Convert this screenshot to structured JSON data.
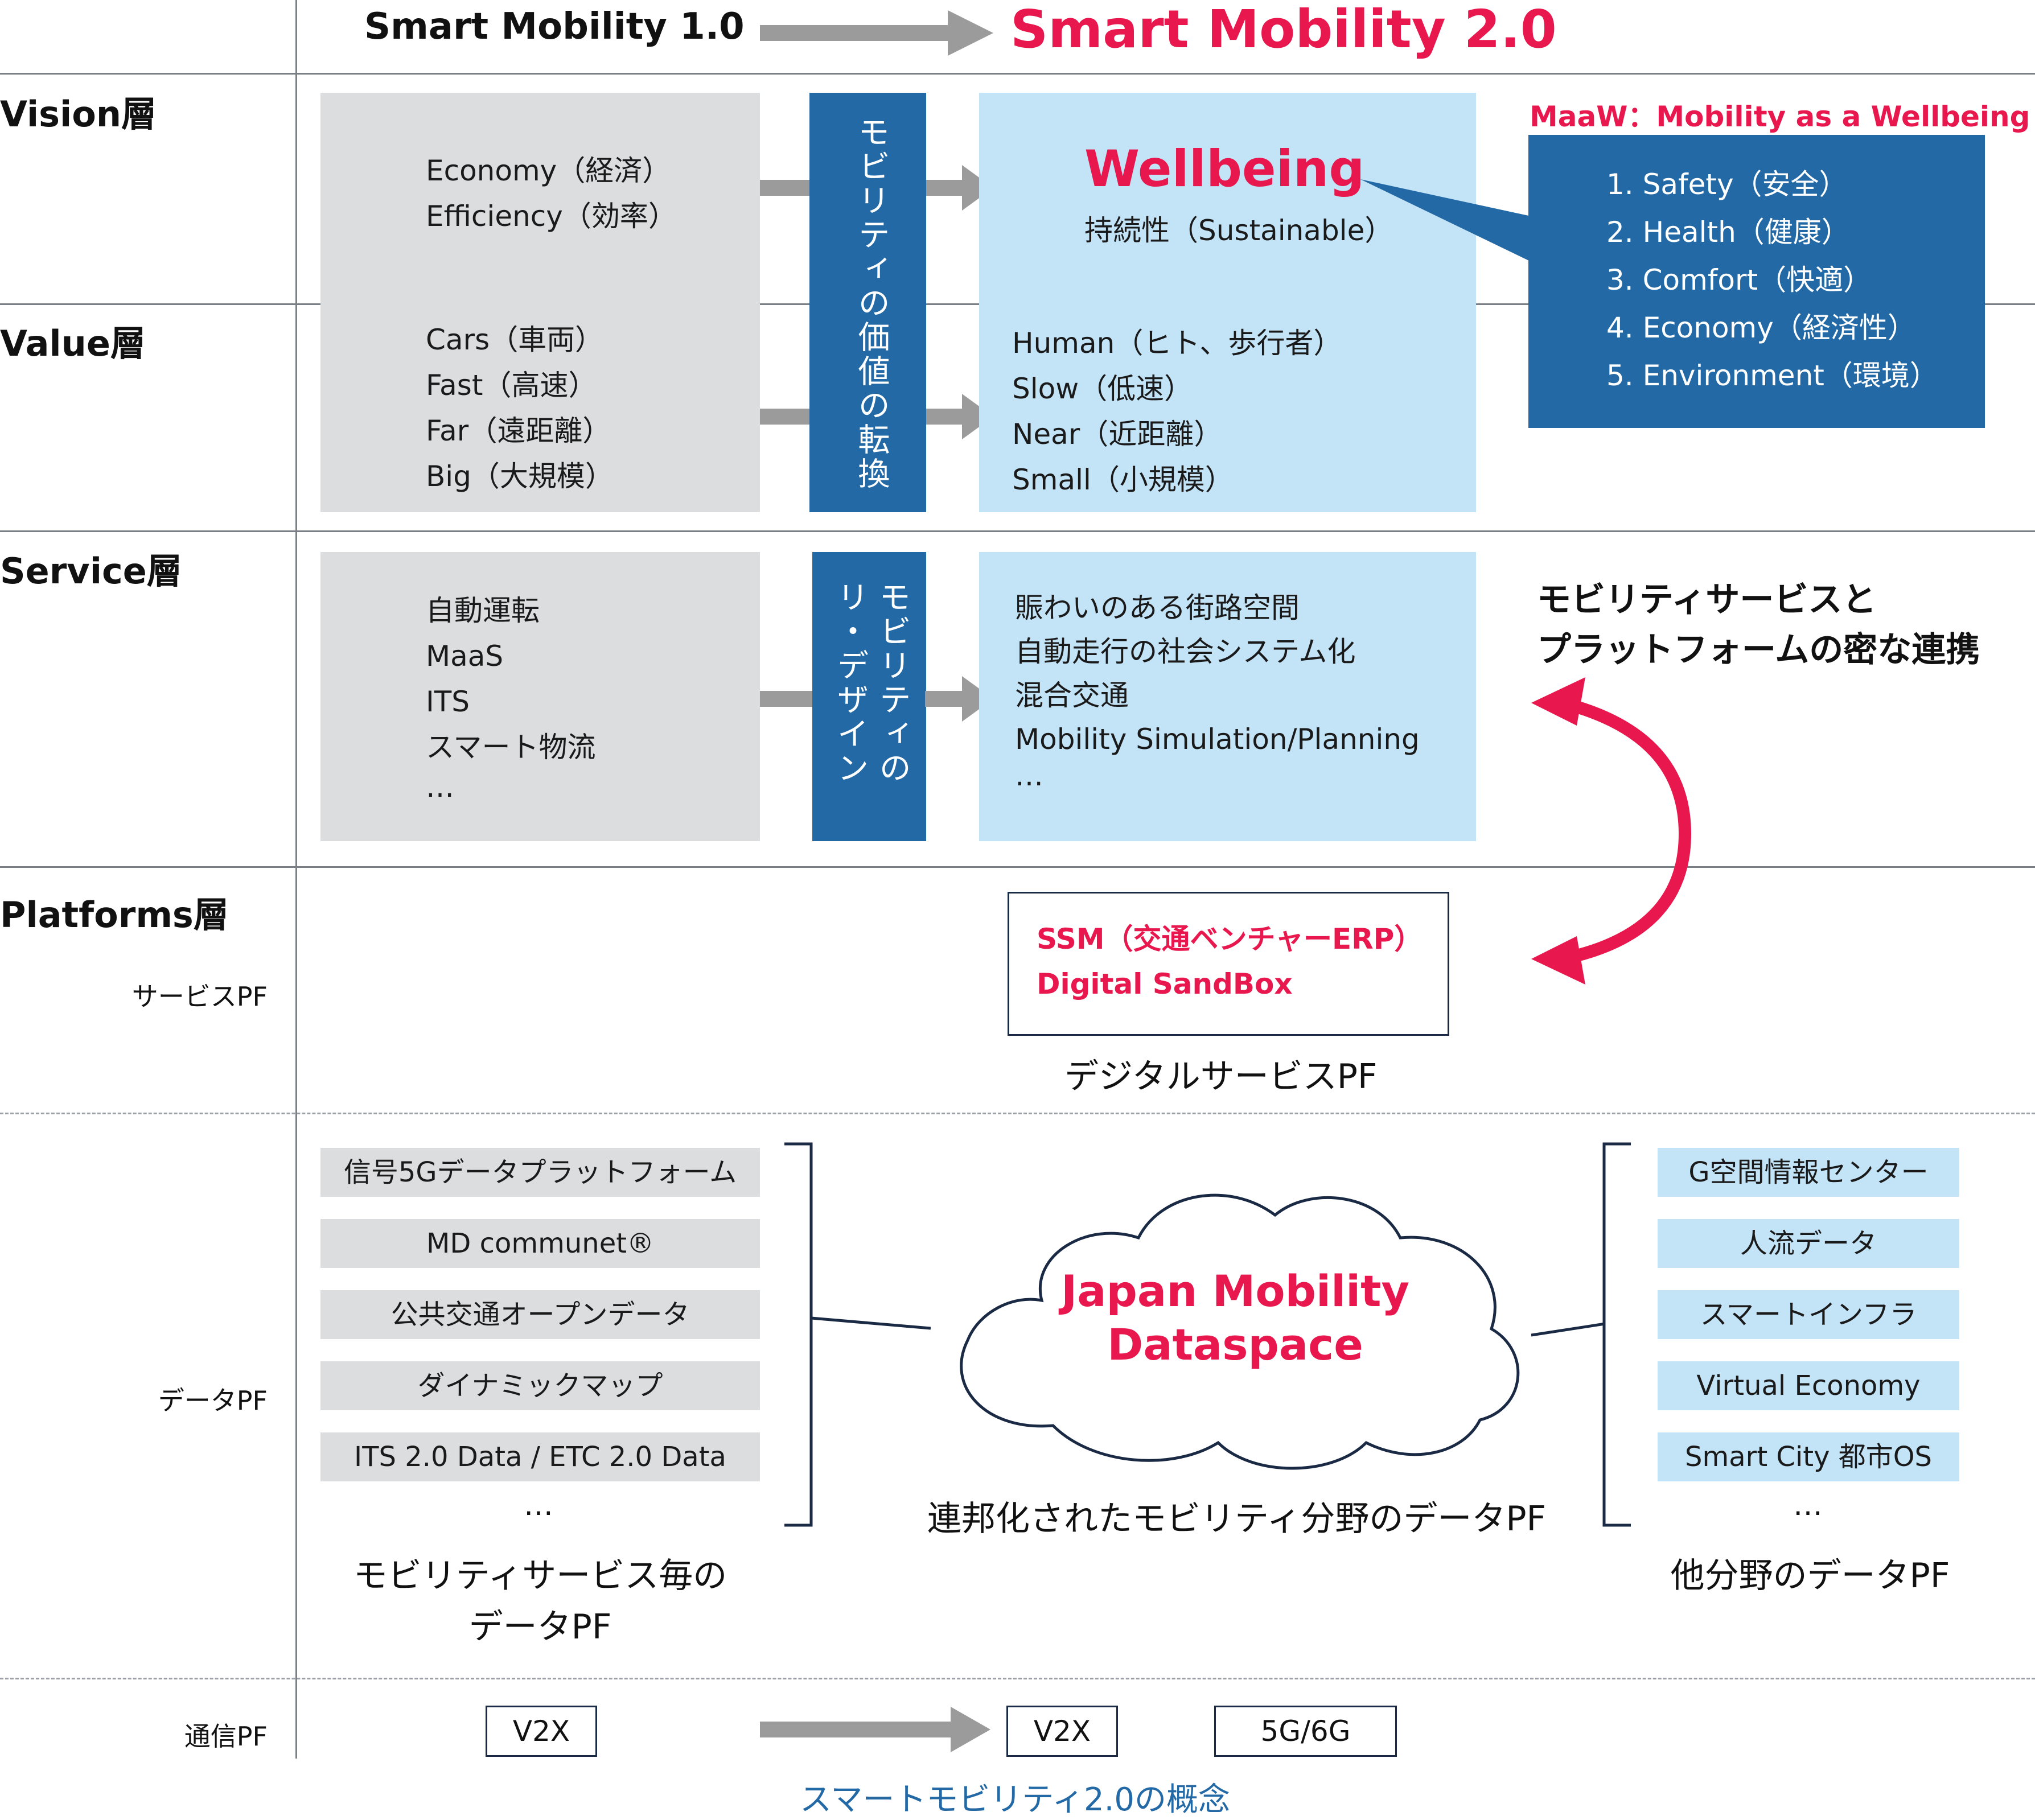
{
  "header": {
    "left": "Smart Mobility 1.0",
    "right": "Smart Mobility 2.0"
  },
  "layers": {
    "vision": "Vision層",
    "value": "Value層",
    "service": "Service層",
    "platforms": "Platforms層",
    "service_pf": "サービスPF",
    "data_pf": "データPF",
    "comm_pf": "通信PF"
  },
  "vision": {
    "old": [
      "Economy（経済）",
      "Efficiency（効率）"
    ],
    "wellbeing": "Wellbeing",
    "sustainable": "持続性（Sustainable）"
  },
  "value": {
    "old": [
      "Cars（車両）",
      "Fast（高速）",
      "Far（遠距離）",
      "Big（大規模）"
    ],
    "new": [
      "Human（ヒト、歩行者）",
      "Slow（低速）",
      "Near（近距離）",
      "Small（小規模）"
    ]
  },
  "transform_label_1": "モビリティの価値の転換",
  "transform_label_2a": "モビリティの",
  "transform_label_2b": "リ・デザイン",
  "maaw": {
    "title": "MaaW：Mobility as a Wellbeing",
    "items": [
      "1.  Safety（安全）",
      "2.  Health（健康）",
      "3.  Comfort（快適）",
      "4.  Economy（経済性）",
      "5.  Environment（環境）"
    ]
  },
  "service": {
    "old": [
      "自動運転",
      "MaaS",
      "ITS",
      "スマート物流",
      "…"
    ],
    "new": [
      "賑わいのある街路空間",
      "自動走行の社会システム化",
      "混合交通",
      "Mobility Simulation/Planning",
      "…"
    ]
  },
  "service_platform_link": [
    "モビリティサービスと",
    "プラットフォームの密な連携"
  ],
  "digital_pf": {
    "items": [
      "SSM（交通ベンチャーERP）",
      "Digital SandBox"
    ],
    "caption": "デジタルサービスPF"
  },
  "data_left": {
    "items": [
      "信号5Gデータプラットフォーム",
      "MD communet®",
      "公共交通オープンデータ",
      "ダイナミックマップ",
      "ITS 2.0 Data / ETC 2.0 Data"
    ],
    "ellipsis": "…",
    "caption_1": "モビリティサービス毎の",
    "caption_2": "データPF"
  },
  "dataspace": {
    "line1": "Japan Mobility",
    "line2": "Dataspace",
    "caption": "連邦化されたモビリティ分野のデータPF"
  },
  "data_right": {
    "items": [
      "G空間情報センター",
      "人流データ",
      "スマートインフラ",
      "Virtual Economy",
      "Smart City 都市OS"
    ],
    "ellipsis": "…",
    "caption": "他分野のデータPF"
  },
  "comm": {
    "old": "V2X",
    "new_1": "V2X",
    "new_2": "5G/6G"
  },
  "footer": "スマートモビリティ2.0の概念",
  "colors": {
    "accent_red": "#e8174d",
    "dark_blue": "#2369a6",
    "light_blue": "#c3e3f7",
    "gray": "#dcdddf",
    "arrow_gray": "#9b9b9b"
  }
}
